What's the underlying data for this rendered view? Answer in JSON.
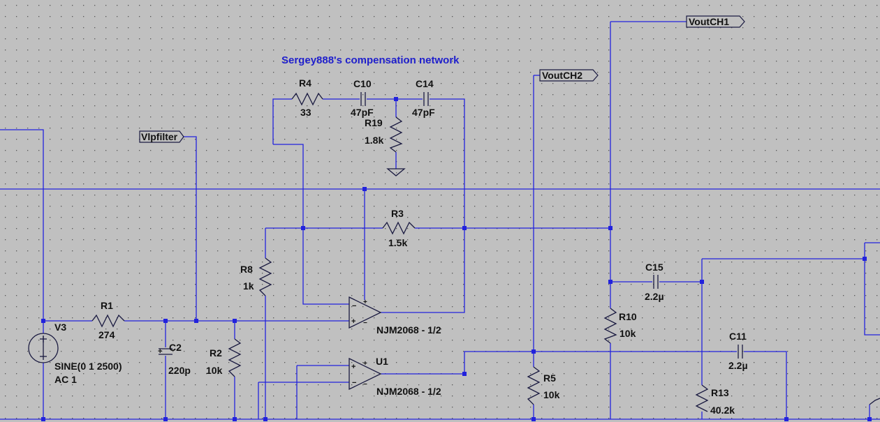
{
  "note": "Sergey888's compensation network",
  "net_labels": {
    "voutch1": "VoutCH1",
    "voutch2": "VoutCH2",
    "vlpfilter": "Vlpfilter"
  },
  "components": {
    "r4": {
      "name": "R4",
      "value": "33"
    },
    "c10": {
      "name": "C10",
      "value": "47pF"
    },
    "c14": {
      "name": "C14",
      "value": "47pF"
    },
    "r19": {
      "name": "R19",
      "value": "1.8k"
    },
    "r3": {
      "name": "R3",
      "value": "1.5k"
    },
    "r8": {
      "name": "R8",
      "value": "1k"
    },
    "r1": {
      "name": "R1",
      "value": "274"
    },
    "c2": {
      "name": "C2",
      "value": "220p"
    },
    "r2": {
      "name": "R2",
      "value": "10k"
    },
    "v3": {
      "name": "V3",
      "value": "SINE(0 1 2500)",
      "value2": "AC 1"
    },
    "opamp_top": {
      "value": "NJM2068 - 1/2"
    },
    "u1": {
      "name": "U1",
      "value": "NJM2068 - 1/2"
    },
    "r5": {
      "name": "R5",
      "value": "10k"
    },
    "r10": {
      "name": "R10",
      "value": "10k"
    },
    "c15": {
      "name": "C15",
      "value": "2.2µ"
    },
    "c11": {
      "name": "C11",
      "value": "2.2µ"
    },
    "r13": {
      "name": "R13",
      "value": "40.2k"
    }
  }
}
